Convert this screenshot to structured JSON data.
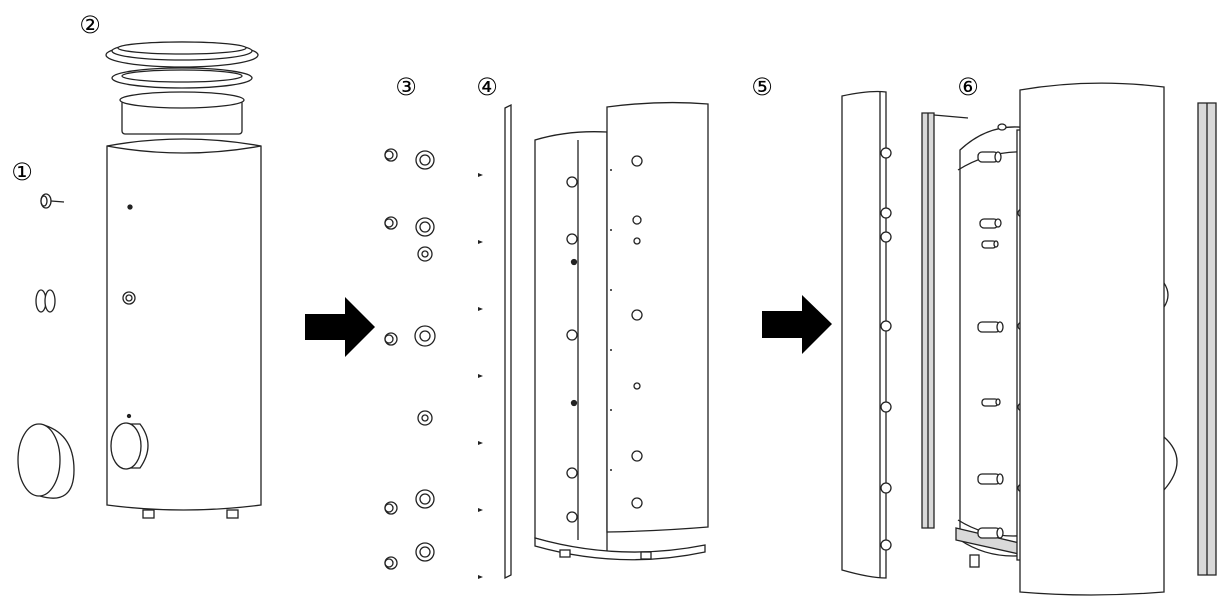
{
  "diagram": {
    "step_labels": [
      {
        "id": "1",
        "text": "①"
      },
      {
        "id": "2",
        "text": "②"
      },
      {
        "id": "3",
        "text": "③"
      },
      {
        "id": "4",
        "text": "④"
      },
      {
        "id": "5",
        "text": "⑤"
      },
      {
        "id": "6",
        "text": "⑥"
      }
    ],
    "colors": {
      "stroke": "#222222",
      "fill": "#ffffff",
      "shade": "#d9d9d9",
      "arrow": "#000000"
    },
    "icons": [
      "arrow-right-icon",
      "arrow-right-icon"
    ]
  }
}
